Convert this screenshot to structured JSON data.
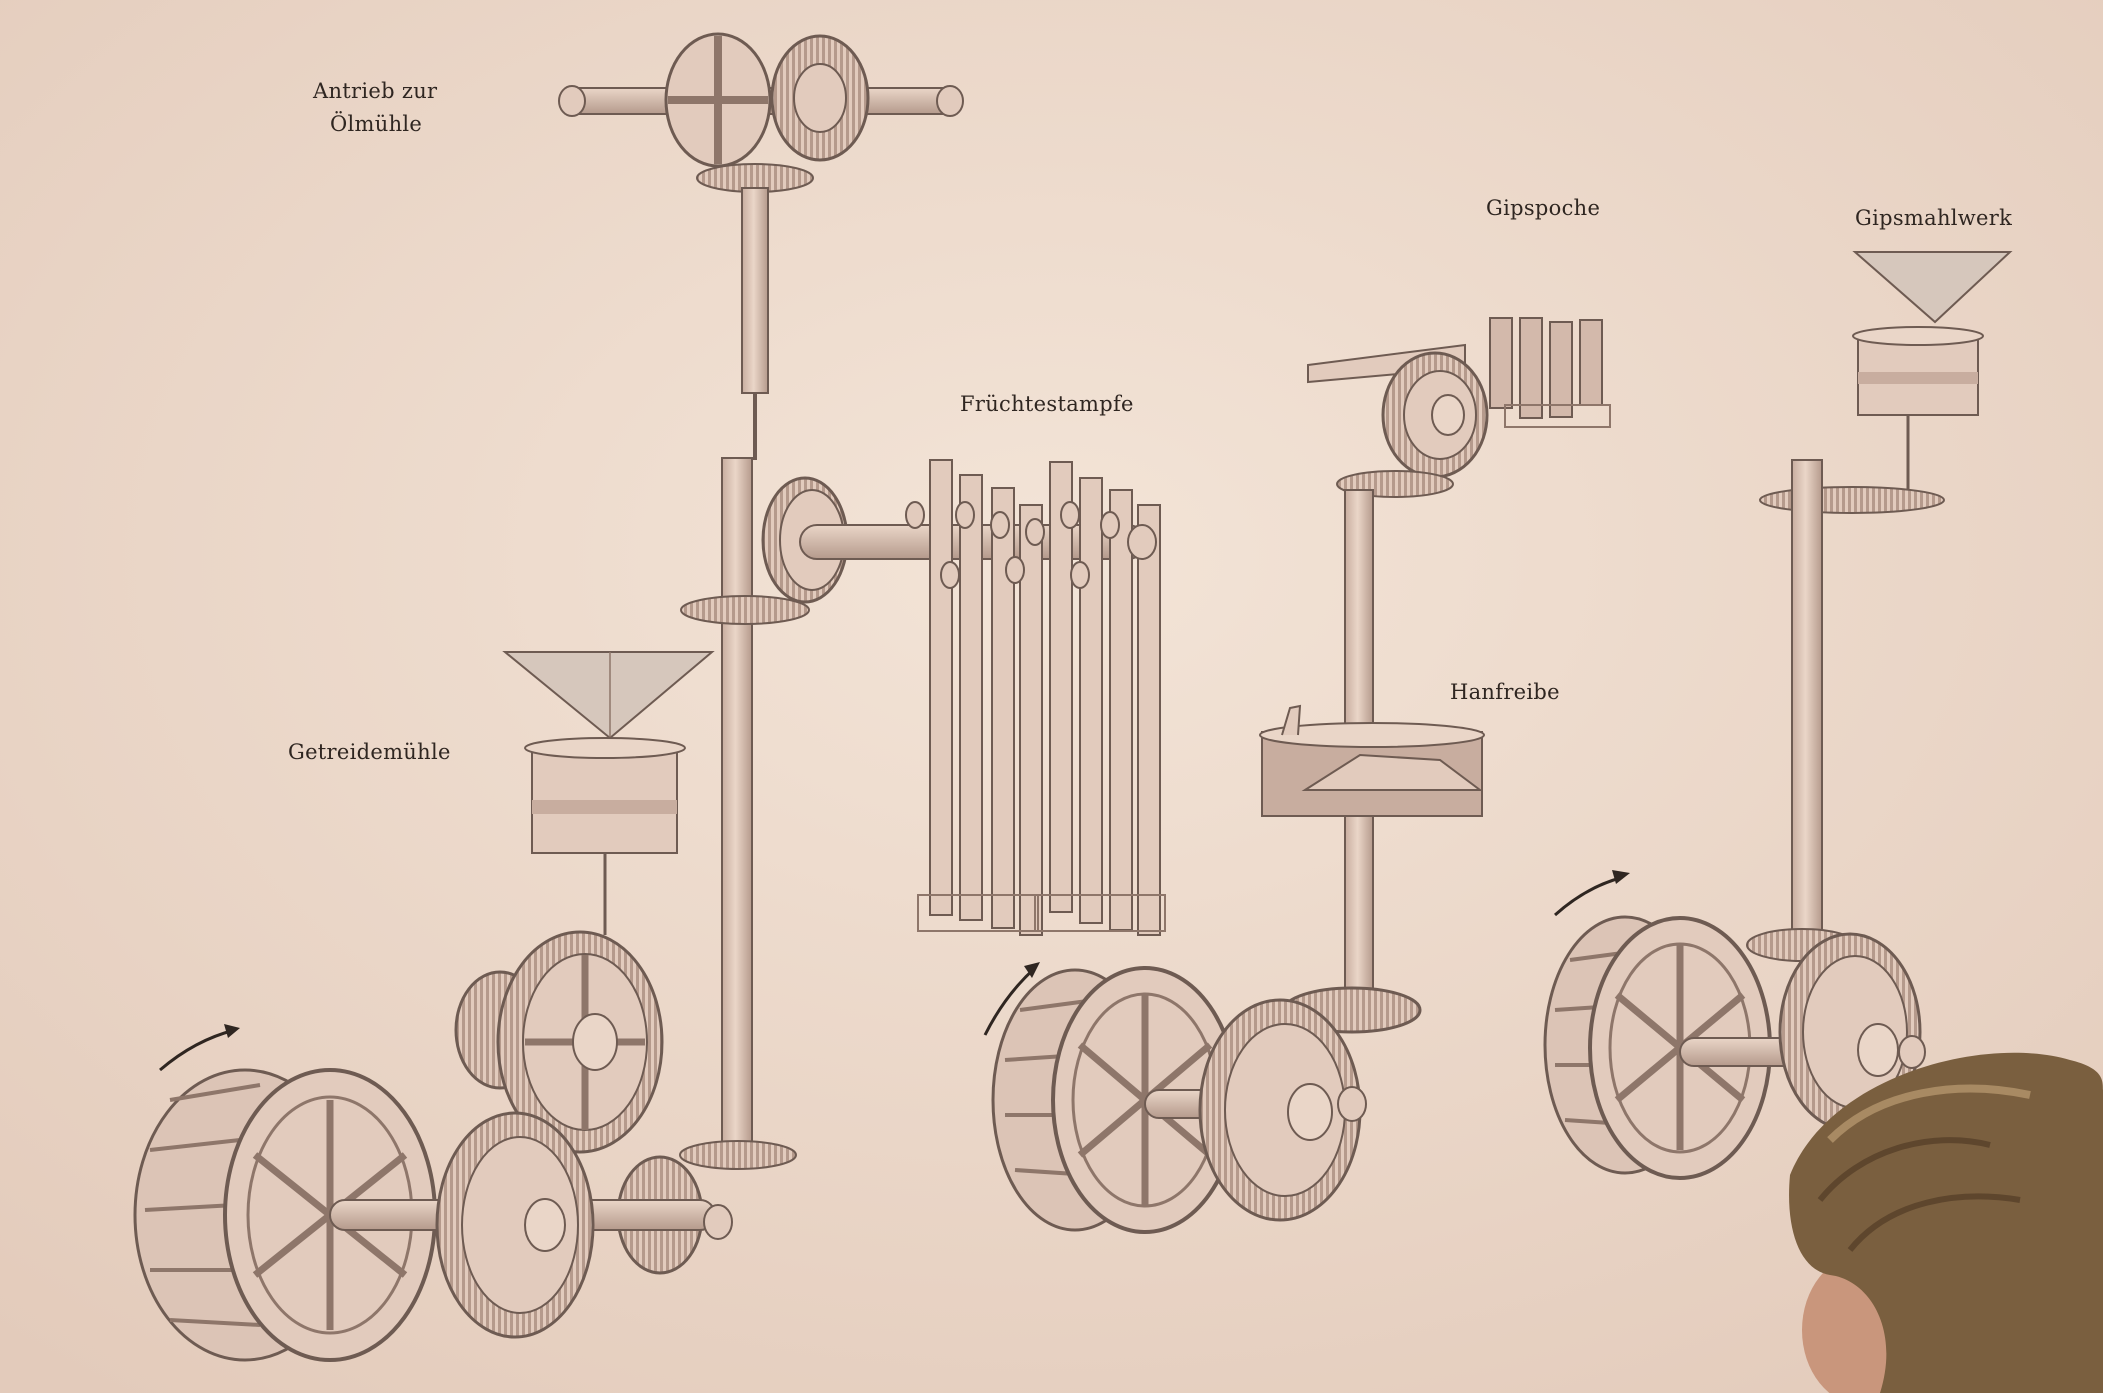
{
  "labels": {
    "antrieb_line1": "Antrieb zur",
    "antrieb_line2": "Ölmühle",
    "fruechtestampfe": "Früchtestampfe",
    "gipspoche": "Gipspoche",
    "gipsmahlwerk": "Gipsmahlwerk",
    "getreidemuehle": "Getreidemühle",
    "hanfreibe": "Hanfreibe"
  },
  "colors": {
    "paper": "#eddbcd",
    "wood": "#e2cbbd",
    "wood_dark": "#b59a8c",
    "wood_shadow": "#c8ad9f",
    "line": "#6e5b52",
    "hopper": "#d6c7bc",
    "hair": "#7a5f3f",
    "skin": "#c9967c"
  }
}
